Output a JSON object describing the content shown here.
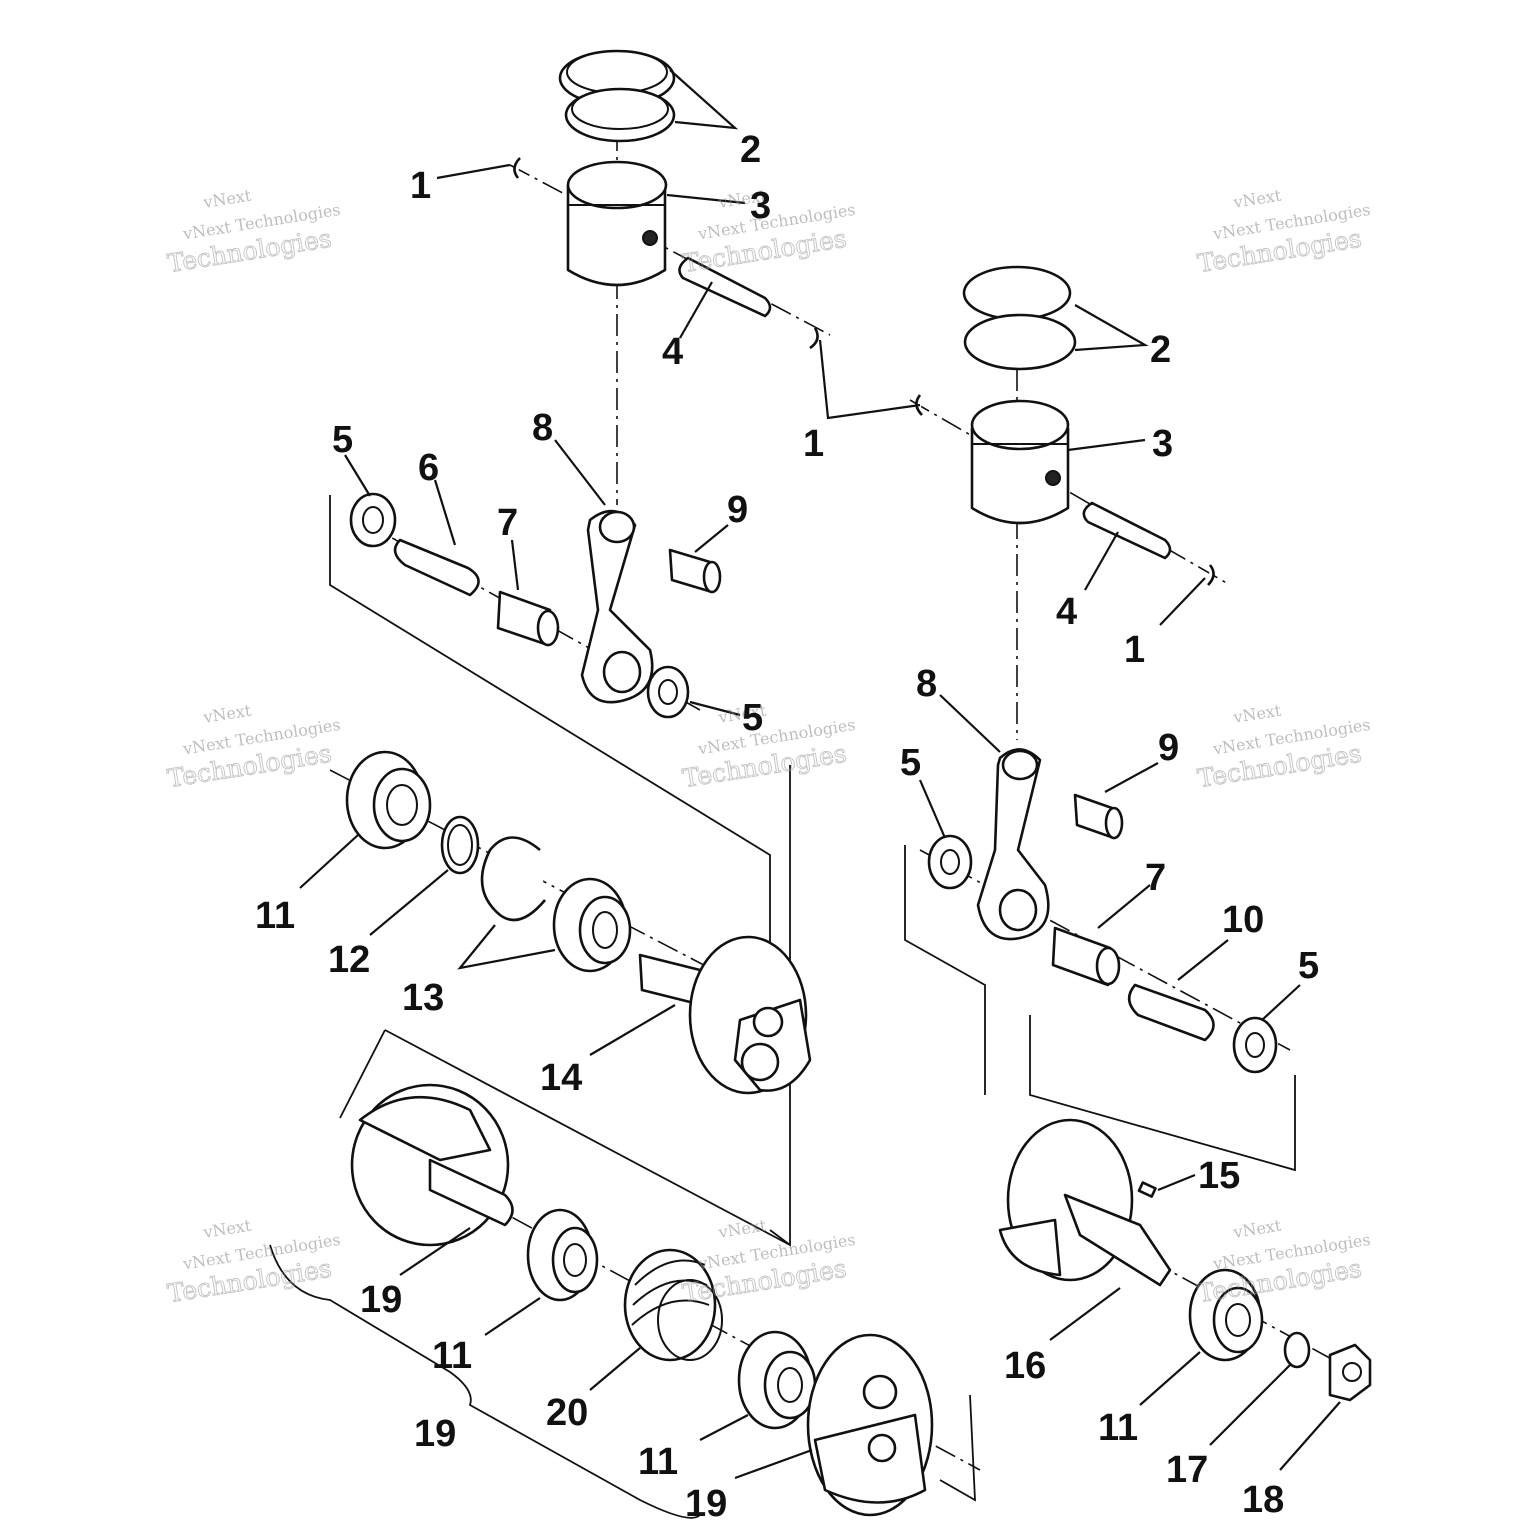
{
  "callouts": [
    {
      "label": "1"
    },
    {
      "label": "2"
    },
    {
      "label": "3"
    },
    {
      "label": "4"
    },
    {
      "label": "5"
    },
    {
      "label": "6"
    },
    {
      "label": "7"
    },
    {
      "label": "8"
    },
    {
      "label": "9"
    },
    {
      "label": "5"
    },
    {
      "label": "2"
    },
    {
      "label": "1"
    },
    {
      "label": "3"
    },
    {
      "label": "4"
    },
    {
      "label": "1"
    },
    {
      "label": "8"
    },
    {
      "label": "9"
    },
    {
      "label": "5"
    },
    {
      "label": "11"
    },
    {
      "label": "12"
    },
    {
      "label": "13"
    },
    {
      "label": "14"
    },
    {
      "label": "7"
    },
    {
      "label": "10"
    },
    {
      "label": "5"
    },
    {
      "label": "15"
    },
    {
      "label": "19"
    },
    {
      "label": "11"
    },
    {
      "label": "20"
    },
    {
      "label": "19"
    },
    {
      "label": "11"
    },
    {
      "label": "19"
    },
    {
      "label": "16"
    },
    {
      "label": "11"
    },
    {
      "label": "17"
    },
    {
      "label": "18"
    }
  ],
  "watermark": {
    "line1": "vNext",
    "line2": "vNext Technologies",
    "line3": "Technologies"
  },
  "colors": {
    "ink": "#111111",
    "paper": "#ffffff",
    "watermark": "#8a8a8a"
  }
}
